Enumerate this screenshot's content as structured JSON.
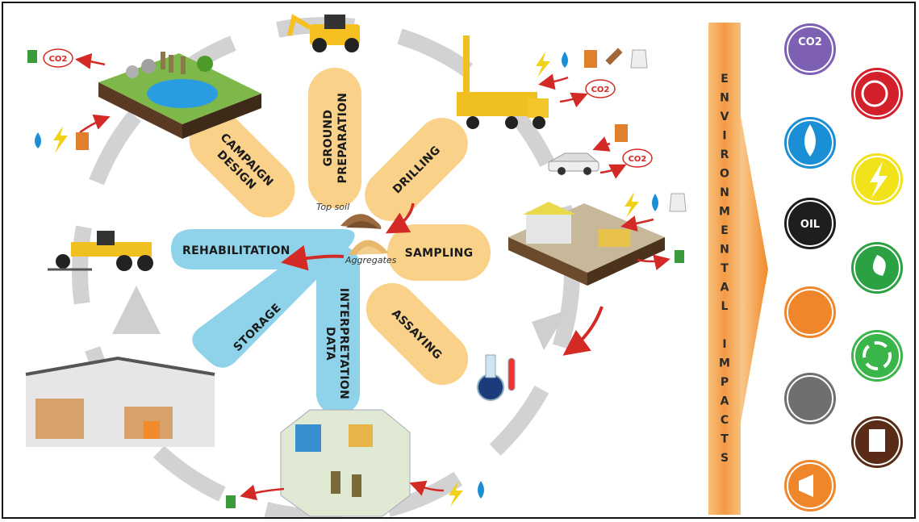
{
  "stages": {
    "campaign_design": [
      "CAMPAIGN",
      "DESIGN"
    ],
    "ground_preparation": [
      "GROUND",
      "PREPARATION"
    ],
    "drilling": "DRILLING",
    "sampling": "SAMPLING",
    "assaying": "ASSAYING",
    "data_interpretation": [
      "DATA",
      "INTERPRETATION"
    ],
    "storage": "STORAGE",
    "rehabilitation": "REHABILITATION"
  },
  "materials": {
    "top_soil": "Top soil",
    "aggregates": "Aggregates"
  },
  "co2_label": "CO2",
  "oil_label": "OIL",
  "environmental_impacts": {
    "letters": [
      "E",
      "N",
      "V",
      "I",
      "R",
      "O",
      "N",
      "M",
      "E",
      "N",
      "T",
      "A",
      "L",
      "",
      "I",
      "M",
      "P",
      "A",
      "C",
      "T",
      "S"
    ]
  },
  "colors": {
    "petal": "#f9d189",
    "blue_arrow": "#8fd3ea",
    "red_arrow": "#d42a25",
    "ring": "#cfcfcf",
    "impact_bar": "#f5a25a"
  },
  "impact_icons": [
    {
      "name": "co2-factory-icon",
      "color": "#7d5fb3"
    },
    {
      "name": "water-drop-icon",
      "color": "#1a8fd6"
    },
    {
      "name": "oil-barrel-icon",
      "color": "#1e1e1e"
    },
    {
      "name": "spill-icon",
      "color": "#f0862a"
    },
    {
      "name": "wastewater-icon",
      "color": "#6f6f6f"
    },
    {
      "name": "megaphone-noise-icon",
      "color": "#f0862a"
    },
    {
      "name": "global-warming-icon",
      "color": "#d4202a"
    },
    {
      "name": "energy-icon",
      "color": "#f1e21a"
    },
    {
      "name": "plant-hand-icon",
      "color": "#2ba144"
    },
    {
      "name": "radiation-icon",
      "color": "#3ab54a"
    },
    {
      "name": "waste-bin-icon",
      "color": "#5a2c17"
    }
  ]
}
